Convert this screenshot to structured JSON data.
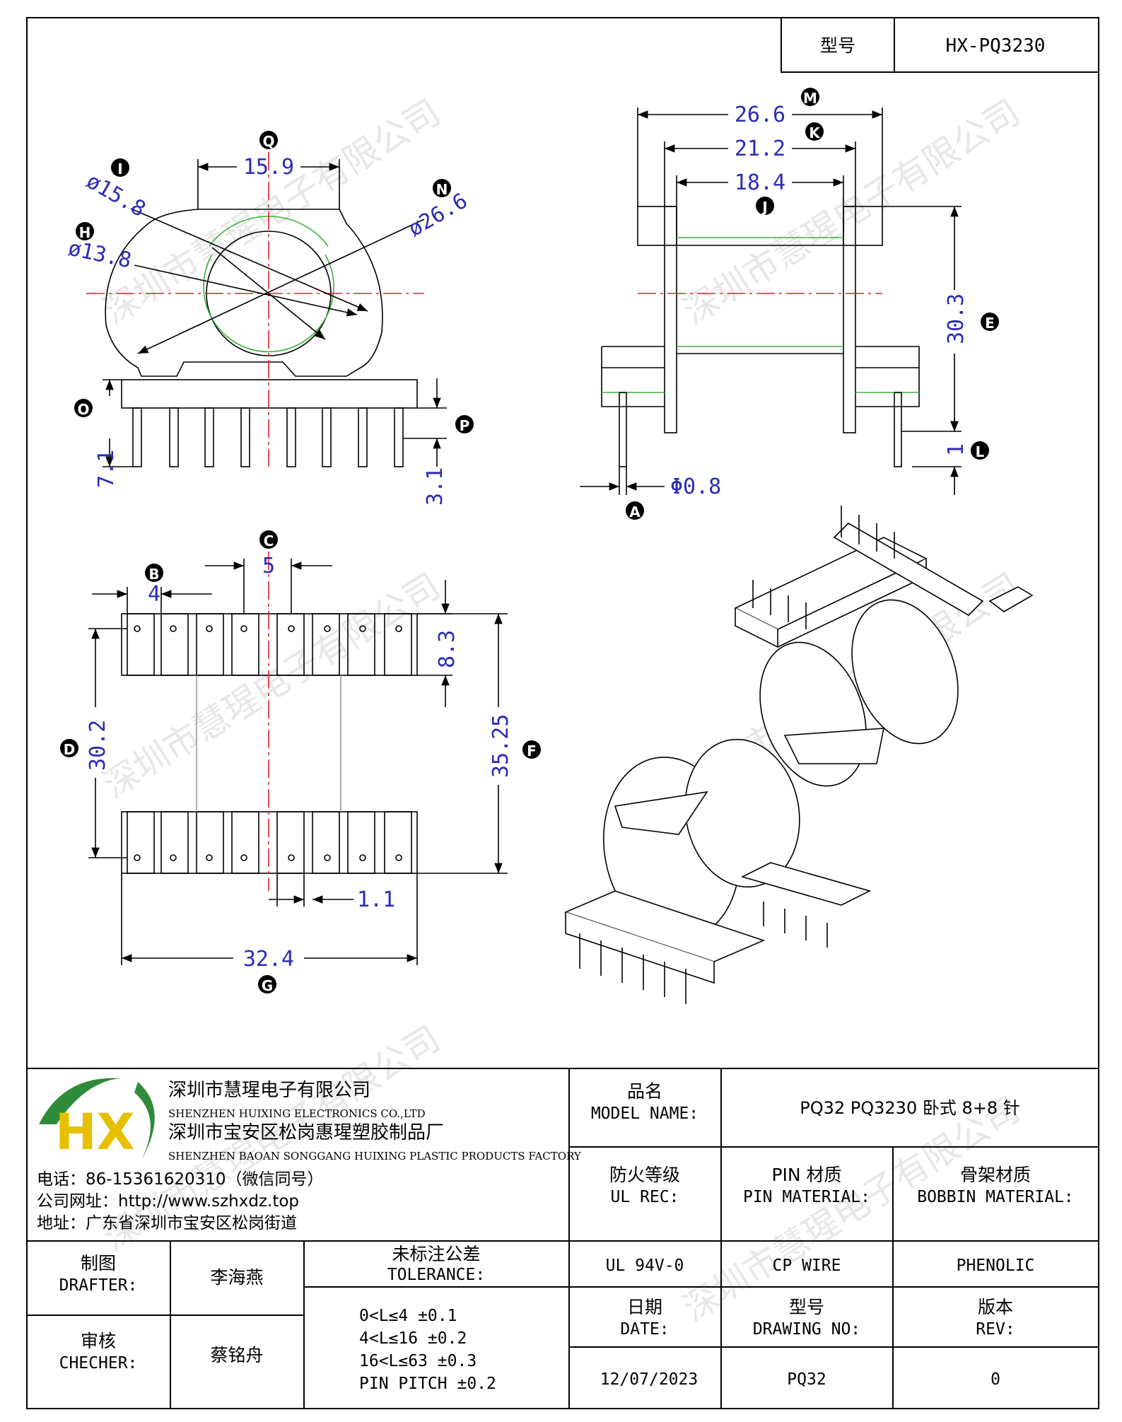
{
  "header": {
    "model_label": "型号",
    "model_value": "HX-PQ3230"
  },
  "front_view": {
    "labels": {
      "I": "I",
      "Q": "Q",
      "N": "N",
      "H": "H",
      "O": "O",
      "P": "P"
    },
    "dims": {
      "width_top": "15.9",
      "dia_inner": "ø15.8",
      "dia_outer": "ø26.6",
      "dia_hole": "ø13.8",
      "height_base": "7.1",
      "pin_len": "3.1"
    }
  },
  "side_view": {
    "labels": {
      "M": "M",
      "K": "K",
      "J": "J",
      "E": "E",
      "L": "L",
      "A": "A"
    },
    "dims": {
      "overall": "26.6",
      "mid": "21.2",
      "inner": "18.4",
      "height": "30.3",
      "pin_stub": "1",
      "pin_dia": "Φ0.8"
    }
  },
  "bottom_view": {
    "labels": {
      "B": "B",
      "C": "C",
      "D": "D",
      "F": "F",
      "G": "G"
    },
    "dims": {
      "pitch": "4",
      "row_gap": "5",
      "pad_h": "8.3",
      "span": "30.2",
      "total": "35.25",
      "slot": "1.1",
      "width": "32.4"
    }
  },
  "watermark": "深圳市慧瑆电子有限公司",
  "company": {
    "name_cn": "深圳市慧瑆电子有限公司",
    "name_en": "SHENZHEN HUIXING ELECTRONICS CO.,LTD",
    "factory_cn": "深圳市宝安区松岗惠瑆塑胶制品厂",
    "factory_en": "SHENZHEN BAOAN SONGGANG HUIXING PLASTIC PRODUCTS FACTORY",
    "phone": "电话：86-15361620310（微信同号）",
    "website": "公司网址：http://www.szhxdz.top",
    "address": "地址：广东省深圳市宝安区松岗街道",
    "logo_text": "HX"
  },
  "title_block": {
    "model_name_cn": "品名",
    "model_name_en": "MODEL NAME:",
    "model_name_value": "PQ32 PQ3230 卧式 8+8 针",
    "ul_cn": "防火等级",
    "ul_en": "UL REC:",
    "pin_cn": "PIN 材质",
    "pin_en": "PIN MATERIAL:",
    "bobbin_cn": "骨架材质",
    "bobbin_en": "BOBBIN MATERIAL:",
    "ul_value": "UL 94V-0",
    "pin_value": "CP WIRE",
    "bobbin_value": "PHENOLIC",
    "drafter_cn": "制图",
    "drafter_en": "DRAFTER:",
    "drafter_name": "李海燕",
    "checker_cn": "审核",
    "checker_en": "CHECHER:",
    "checker_name": "蔡铭舟",
    "tol_cn": "未标注公差",
    "tol_en": "TOLERANCE:",
    "tol_lines": [
      "0<L≤4   ±0.1",
      "4<L≤16  ±0.2",
      "16<L≤63  ±0.3",
      "PIN PITCH  ±0.2"
    ],
    "date_cn": "日期",
    "date_en": "DATE:",
    "date_value": "12/07/2023",
    "dwg_cn": "型号",
    "dwg_en": "DRAWING NO:",
    "dwg_value": "PQ32",
    "rev_cn": "版本",
    "rev_en": "REV:",
    "rev_value": "0"
  },
  "colors": {
    "dim": "#2b2bb8",
    "center": "#e0202a",
    "hidden": "#3cb43c",
    "logo_green": "#2e8b3a",
    "logo_yellow": "#e6c000"
  }
}
